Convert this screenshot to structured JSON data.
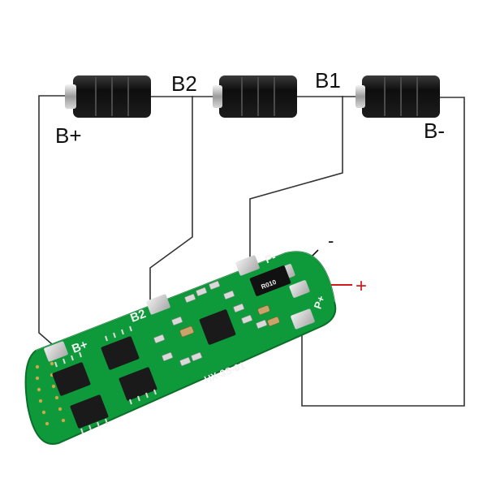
{
  "labels": {
    "b_plus": "B+",
    "b2": "B2",
    "b1": "B1",
    "b_minus": "B-",
    "p_minus_sign": "-",
    "p_plus_sign": "+"
  },
  "board": {
    "silk_b_plus": "B+",
    "silk_b2": "B2",
    "silk_p_minus": "P-",
    "silk_p_plus": "P+",
    "silk_model": "HX-3S-01",
    "resistor_code": "R010"
  },
  "colors": {
    "pcb_green": "#0e9a3a",
    "pad_silver": "#c8c8c8",
    "chip_black": "#1a1a1a",
    "battery_black": "#161616",
    "wire": "#333333",
    "plus_red": "#d11a1a"
  }
}
